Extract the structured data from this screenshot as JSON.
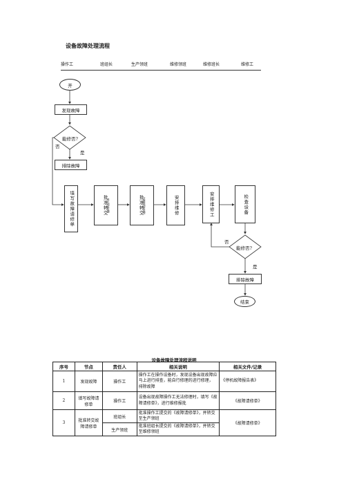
{
  "title": "设备故障处理流程",
  "lanes": [
    "操作工",
    "班组长",
    "生产领班",
    "维修领班",
    "维修班长",
    "维修工"
  ],
  "flow": {
    "start": "开",
    "discover": "发现故障",
    "can_fix_1": "能修否?",
    "no_1": "否",
    "yes_1": "是",
    "fix_1": "排除故障",
    "fill_request": "填写故障请修单",
    "approve_1": "批准转交",
    "approve_1_note": "进入领班处理",
    "approve_2": "批准转交",
    "approve_2_note": "交维修领班处理",
    "arrange_repair": "安排维修",
    "arrange_worker": "安排维修工",
    "check_equipment": "检查设备",
    "can_fix_2": "能修否?",
    "no_2": "否",
    "yes_2": "是",
    "fix_2": "排除故障",
    "end": "结束"
  },
  "table": {
    "title": "设备故障处理流程说明",
    "headers": [
      "序号",
      "节点",
      "责任人",
      "相关说明",
      "相关文件/记录"
    ],
    "rows": [
      {
        "no": "1",
        "node": "发现故障",
        "owner": "操作工",
        "desc": "操作工在操作设备时，发现设备出现故障应马上进行排查，能自行修理的进行修理，　排除故障",
        "doc": "《停机故障报告表》"
      },
      {
        "no": "2",
        "node": "填写故障请修单",
        "owner": "操作工",
        "desc": "设备出现故障操作工无法修理时，填写《故障请修单》，进行维修报批",
        "doc": "《故障请修单》"
      },
      {
        "no": "3",
        "node": "批准转交故障请修单",
        "owner": "班组长",
        "desc": "批准操作工提交的《故障请修单》，并转交至生产领班",
        "doc": "《故障请修单》"
      },
      {
        "owner": "生产领班",
        "desc": "批准班组长提交的《故障请修单》，并转交至维修领班"
      }
    ]
  }
}
